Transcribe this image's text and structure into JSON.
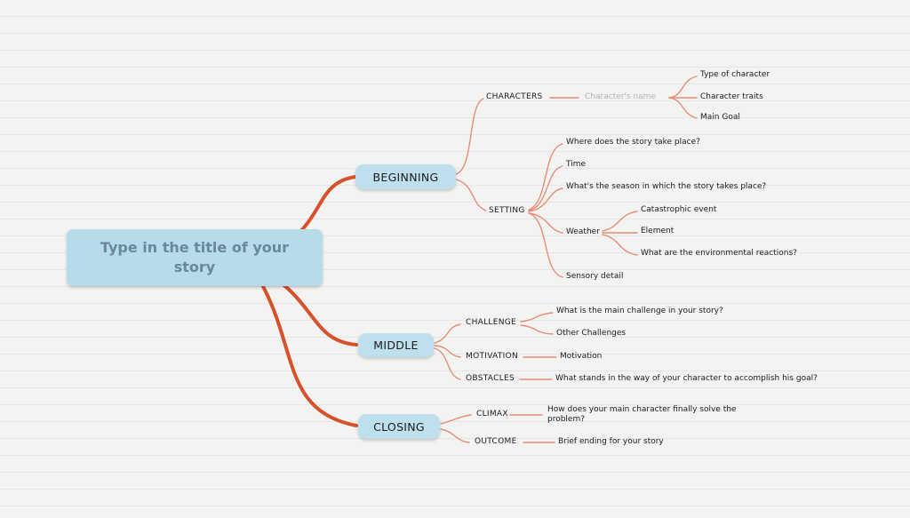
{
  "map": {
    "title": "Type in the title of your story",
    "branches": {
      "beginning": {
        "label": "BEGINNING",
        "characters": {
          "label": "CHARACTERS",
          "name_placeholder": "Character's name",
          "children": [
            "Type of character",
            "Character traits",
            "Main Goal"
          ]
        },
        "setting": {
          "label": "SETTING",
          "children": [
            "Where does the story take place?",
            "Time",
            "What's the season in which the story takes place?"
          ],
          "weather": {
            "label": "Weather",
            "children": [
              "Catastrophic event",
              "Element",
              "What are the environmental reactions?"
            ]
          },
          "sensory": "Sensory detail"
        }
      },
      "middle": {
        "label": "MIDDLE",
        "challenge": {
          "label": "CHALLENGE",
          "children": [
            "What is the main challenge in your story?",
            "Other Challenges"
          ]
        },
        "motivation": {
          "label": "MOTIVATION",
          "children": [
            "Motivation"
          ]
        },
        "obstacles": {
          "label": "OBSTACLES",
          "children": [
            "What stands in the way of your character to accomplish his goal?"
          ]
        }
      },
      "closing": {
        "label": "CLOSING",
        "climax": {
          "label": "CLIMAX",
          "children": [
            "How does your main character finally solve the problem?"
          ]
        },
        "outcome": {
          "label": "OUTCOME",
          "children": [
            "Brief ending for your story"
          ]
        }
      }
    },
    "colors": {
      "node_fill": "#bedfec",
      "center_fill": "#b6dcea",
      "main_branch": "#d6522c",
      "connector": "#e68d78",
      "text": "#1c1c1c",
      "title_text": "#6a8897",
      "placeholder": "#b3b3b3",
      "background": "#f3f3f2",
      "ruled_line": "#e6e6e5"
    }
  }
}
